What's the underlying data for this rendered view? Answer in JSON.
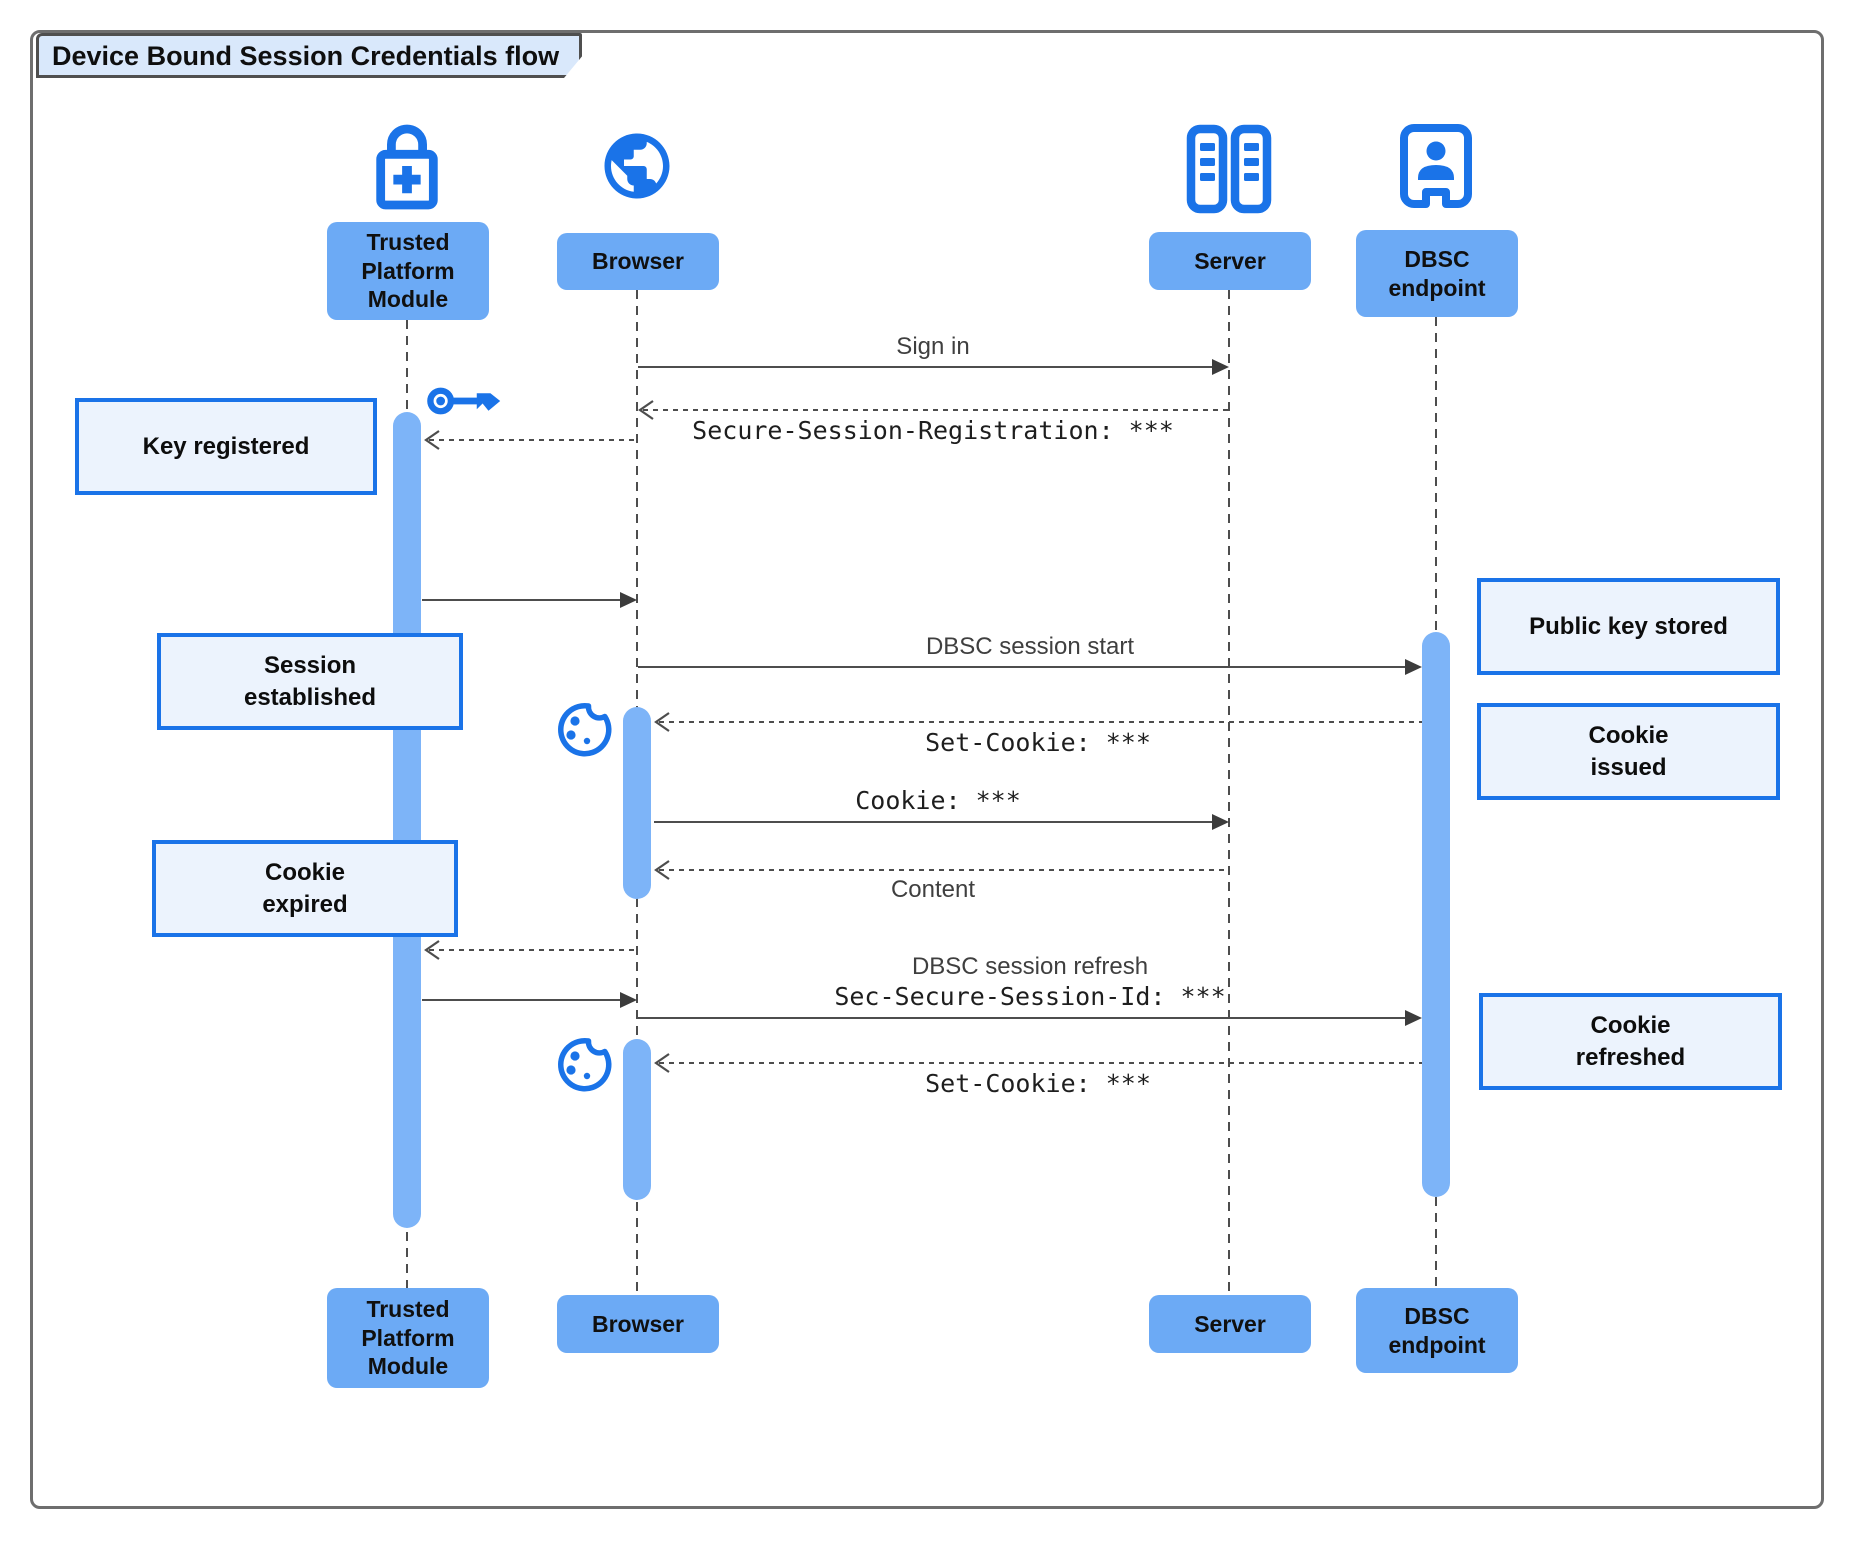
{
  "title": "Device Bound Session Credentials flow",
  "participants": {
    "tpm": {
      "label": "Trusted\nPlatform\nModule",
      "icon": "lock-plus-icon"
    },
    "browser": {
      "label": "Browser",
      "icon": "globe-icon"
    },
    "server": {
      "label": "Server",
      "icon": "server-racks-icon"
    },
    "dbsc": {
      "label": "DBSC\nendpoint",
      "icon": "id-badge-icon"
    }
  },
  "messages": {
    "sign_in": {
      "text": "Sign in",
      "from": "Browser",
      "to": "Server",
      "line": "solid"
    },
    "secure_session_reg": {
      "text": "Secure-Session-Registration: ***",
      "from": "Server",
      "to": "Browser",
      "line": "dashed"
    },
    "register_key": {
      "text": "",
      "from": "Browser",
      "to": "TPM",
      "line": "dashed"
    },
    "key_ready": {
      "text": "",
      "from": "TPM",
      "to": "Browser",
      "line": "solid"
    },
    "dbsc_session_start": {
      "text": "DBSC session start",
      "from": "Browser",
      "to": "DBSC endpoint",
      "line": "solid"
    },
    "set_cookie_1": {
      "text": "Set-Cookie: ***",
      "from": "DBSC endpoint",
      "to": "Browser",
      "line": "dashed"
    },
    "cookie": {
      "text": "Cookie: ***",
      "from": "Browser",
      "to": "Server",
      "line": "solid"
    },
    "content": {
      "text": "Content",
      "from": "Server",
      "to": "Browser",
      "line": "dashed"
    },
    "cookie_expired_report": {
      "text": "",
      "from": "Browser",
      "to": "TPM",
      "line": "dashed"
    },
    "key_sign": {
      "text": "",
      "from": "TPM",
      "to": "Browser",
      "line": "solid"
    },
    "dbsc_session_refresh": {
      "text": "DBSC session refresh",
      "from": "Browser",
      "to": "DBSC endpoint",
      "line": "solid"
    },
    "sec_secure_session_id": {
      "text": "Sec-Secure-Session-Id: ***",
      "from": "Browser",
      "to": "DBSC endpoint",
      "line": "solid"
    },
    "set_cookie_2": {
      "text": "Set-Cookie: ***",
      "from": "DBSC endpoint",
      "to": "Browser",
      "line": "dashed"
    }
  },
  "notes": {
    "key_registered": "Key registered",
    "session_established": "Session\nestablished",
    "public_key_stored": "Public key stored",
    "cookie_issued": "Cookie\nissued",
    "cookie_expired": "Cookie\nexpired",
    "cookie_refreshed": "Cookie\nrefreshed"
  },
  "decorations": {
    "key_icon": "key-icon",
    "cookie_icon_1": "cookie-icon",
    "cookie_icon_2": "cookie-icon"
  },
  "colors": {
    "icon_blue": "#1a73e8",
    "actor_fill": "#6caaf5",
    "activation_fill": "#7db4f8",
    "note_fill": "#ecf3fd",
    "note_border": "#1a73e8",
    "title_fill": "#d9e8fb",
    "arrow": "#4d4d4d",
    "frame_border": "#6e6e6e"
  }
}
